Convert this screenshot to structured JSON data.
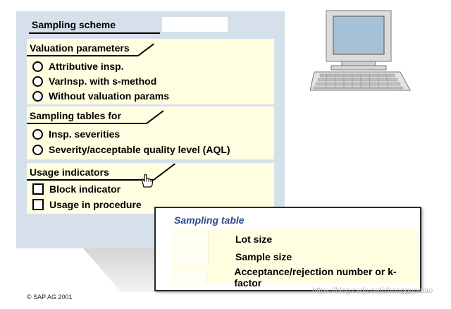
{
  "scheme": {
    "title": "Sampling scheme",
    "input_value": ""
  },
  "valuation": {
    "header": "Valuation parameters",
    "options": [
      "Attributive insp.",
      "VarInsp. with s-method",
      "Without valuation params"
    ]
  },
  "sampling_tables": {
    "header": "Sampling tables for",
    "options": [
      "Insp. severities",
      "Severity/acceptable quality level (AQL)"
    ]
  },
  "usage": {
    "header": "Usage indicators",
    "options": [
      "Block indicator",
      "Usage in procedure"
    ]
  },
  "popup": {
    "title": "Sampling table",
    "rows": [
      "Lot size",
      "Sample size",
      "Acceptance/rejection number or k-factor"
    ]
  },
  "footer": "© SAP AG 2001",
  "watermark": "https://blog.csdn.net/zhongguomao",
  "colors": {
    "panel": "#d6e0eb",
    "group_bg": "#fffee0",
    "popup_title": "#2b4a87"
  },
  "icons": [
    "hand-cursor-icon",
    "computer-icon"
  ]
}
